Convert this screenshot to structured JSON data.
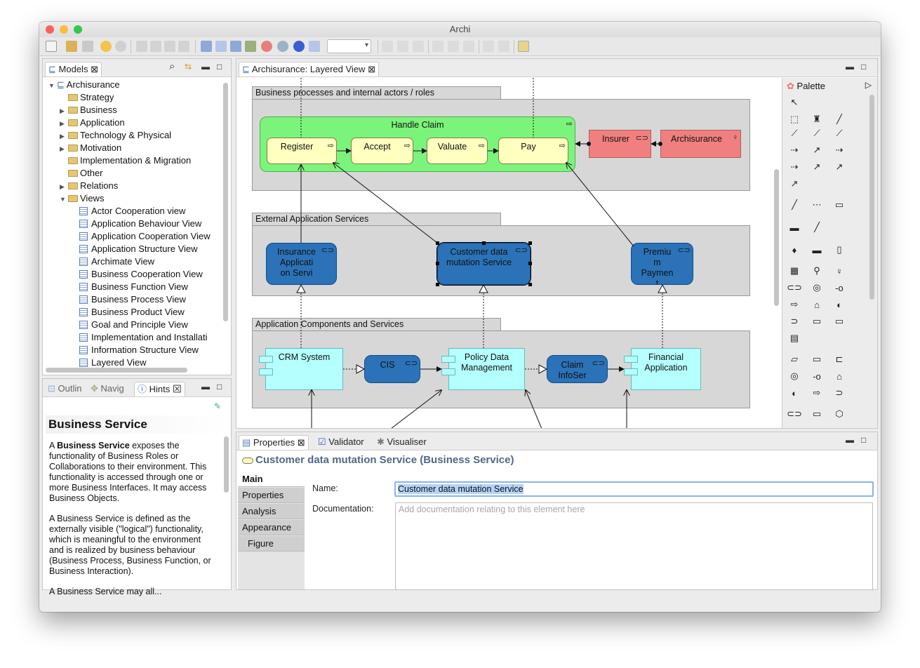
{
  "app": {
    "title": "Archi"
  },
  "colors": {
    "business_process": "#ffffc0",
    "business_group_green": "#7bf47b",
    "service": "#2b72b8",
    "component": "#b5ffff",
    "actor": "#f08080",
    "group": "#d7d7d7"
  },
  "models_panel": {
    "tab_label": "Models",
    "tree": [
      {
        "label": "Archisurance",
        "icon": "model-icon",
        "expanded": true,
        "level": 0
      },
      {
        "label": "Strategy",
        "icon": "folder-icon",
        "level": 1,
        "expandable": false
      },
      {
        "label": "Business",
        "icon": "folder-icon",
        "level": 1,
        "expandable": true
      },
      {
        "label": "Application",
        "icon": "folder-icon",
        "level": 1,
        "expandable": true
      },
      {
        "label": "Technology & Physical",
        "icon": "folder-icon",
        "level": 1,
        "expandable": true
      },
      {
        "label": "Motivation",
        "icon": "folder-icon",
        "level": 1,
        "expandable": true
      },
      {
        "label": "Implementation & Migration",
        "icon": "folder-icon",
        "level": 1,
        "expandable": false
      },
      {
        "label": "Other",
        "icon": "folder-icon",
        "level": 1,
        "expandable": false
      },
      {
        "label": "Relations",
        "icon": "folder-icon",
        "level": 1,
        "expandable": true
      },
      {
        "label": "Views",
        "icon": "folder-icon",
        "level": 1,
        "expandable": true,
        "expanded": true
      },
      {
        "label": "Actor Cooperation view",
        "icon": "view-icon",
        "level": 2
      },
      {
        "label": "Application Behaviour View",
        "icon": "view-icon",
        "level": 2
      },
      {
        "label": "Application Cooperation View",
        "icon": "view-icon",
        "level": 2
      },
      {
        "label": "Application Structure View",
        "icon": "view-icon",
        "level": 2
      },
      {
        "label": "Archimate View",
        "icon": "view-icon",
        "level": 2
      },
      {
        "label": "Business Cooperation View",
        "icon": "view-icon",
        "level": 2
      },
      {
        "label": "Business Function View",
        "icon": "view-icon",
        "level": 2
      },
      {
        "label": "Business Process View",
        "icon": "view-icon",
        "level": 2
      },
      {
        "label": "Business Product View",
        "icon": "view-icon",
        "level": 2
      },
      {
        "label": "Goal and Principle View",
        "icon": "view-icon",
        "level": 2
      },
      {
        "label": "Implementation and Installati",
        "icon": "view-icon",
        "level": 2
      },
      {
        "label": "Information Structure View",
        "icon": "view-icon",
        "level": 2
      },
      {
        "label": "Layered View",
        "icon": "view-icon",
        "level": 2
      }
    ]
  },
  "hints_panel": {
    "tabs": [
      "Outlin",
      "Navig",
      "Hints"
    ],
    "active_tab": "Hints",
    "title": "Business Service",
    "p1_prefix": "A ",
    "p1_bold": "Business Service",
    "p1_rest": " exposes the functionality of Business Roles or Collaborations to their environment. This functionality is accessed through one or more Business Interfaces. It may access Business Objects.",
    "p2": "A Business Service is defined as the externally visible (\"logical\") functionality, which is meaningful to the environment and is realized by business behaviour (Business Process, Business Function, or Business Interaction).",
    "p3": "A Business Service may all..."
  },
  "editor": {
    "tab_label": "Archisurance: Layered View",
    "groups": {
      "business": "Business processes and internal actors / roles",
      "external": "External Application Services",
      "components": "Application Components and Services"
    },
    "handle_claim": "Handle Claim",
    "processes": [
      "Register",
      "Accept",
      "Valuate",
      "Pay"
    ],
    "actors": {
      "insurer": "Insurer",
      "archisurance": "Archisurance"
    },
    "services": {
      "insurance": "Insurance Applicati on Servi",
      "customer": "Customer data mutation Service",
      "premium": "Premiu m Paymen t"
    },
    "components": {
      "crm": "CRM System",
      "cis": "CIS",
      "policy": "Policy Data Management",
      "claim": "Claim InfoSer",
      "financial": "Financial Application"
    }
  },
  "palette": {
    "label": "Palette"
  },
  "properties": {
    "tabs": [
      "Properties",
      "Validator",
      "Visualiser"
    ],
    "element_title": "Customer data mutation Service (Business Service)",
    "side_tabs": [
      "Main",
      "Properties",
      "Analysis",
      "Appearance",
      "Figure"
    ],
    "name_label": "Name:",
    "name_value": "Customer data mutation Service",
    "doc_label": "Documentation:",
    "doc_placeholder": "Add documentation relating to this element here"
  }
}
